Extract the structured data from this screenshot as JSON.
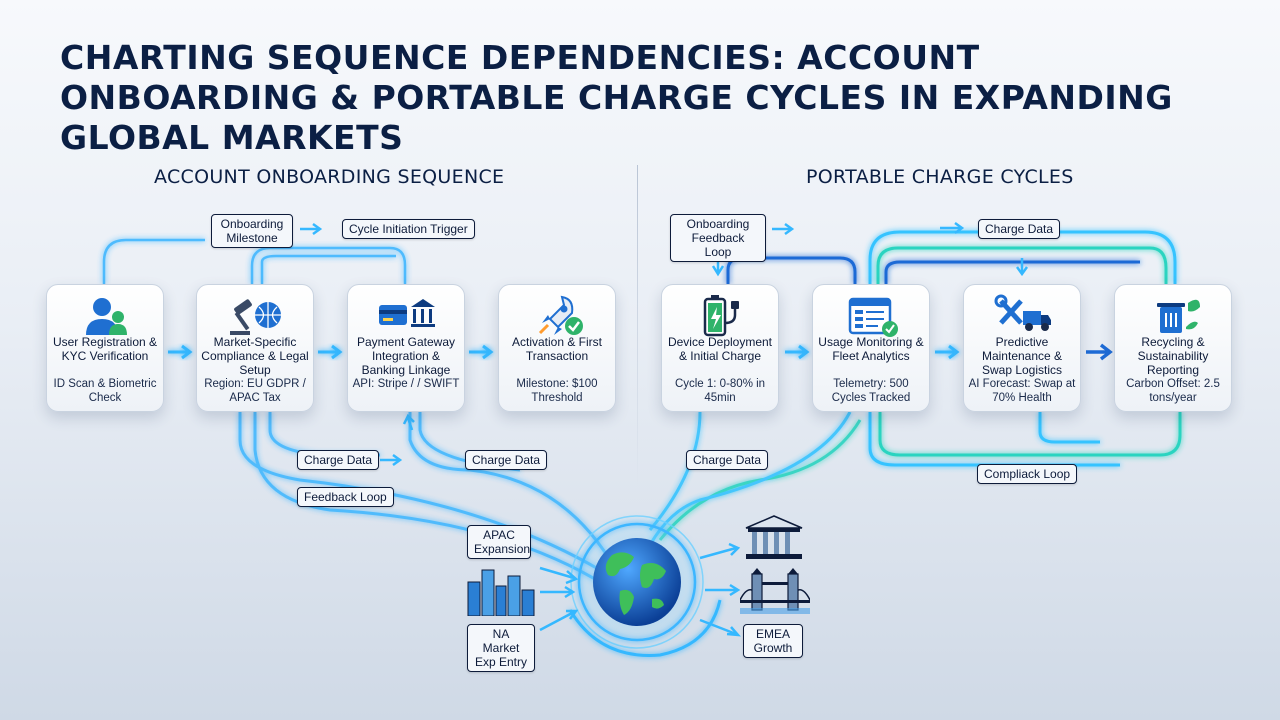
{
  "title": "CHARTING SEQUENCE DEPENDENCIES: ACCOUNT ONBOARDING & PORTABLE CHARGE CYCLES IN EXPANDING GLOBAL MARKETS",
  "sections": {
    "left": "ACCOUNT ONBOARDING SEQUENCE",
    "right": "PORTABLE CHARGE CYCLES"
  },
  "onboarding_steps": [
    {
      "label": "User Registration & KYC Verification",
      "detail": "ID Scan & Biometric Check",
      "icon": "user-icon"
    },
    {
      "label": "Market-Specific Compliance & Legal Setup",
      "detail": "Region: EU GDPR / APAC Tax",
      "icon": "gavel-globe-icon"
    },
    {
      "label": "Payment Gateway Integration & Banking Linkage",
      "detail": "API: Stripe / / SWIFT",
      "icon": "bank-card-icon"
    },
    {
      "label": "Activation & First Transaction",
      "detail": "Milestone: $100 Threshold",
      "icon": "rocket-check-icon"
    }
  ],
  "charge_steps": [
    {
      "label": "Device Deployment & Initial Charge",
      "detail": "Cycle 1: 0-80% in 45min",
      "icon": "battery-plug-icon"
    },
    {
      "label": "Usage Monitoring & Fleet Analytics",
      "detail": "Telemetry: 500 Cycles Tracked",
      "icon": "dashboard-icon"
    },
    {
      "label": "Predictive Maintenance & Swap Logistics",
      "detail": "AI Forecast: Swap at 70% Health",
      "icon": "tools-truck-icon"
    },
    {
      "label": "Recycling & Sustainability Reporting",
      "detail": "Carbon Offset: 2.5 tons/year",
      "icon": "recycle-bin-icon"
    }
  ],
  "tags": {
    "onboarding_milestone": "Onboarding Milestone",
    "cycle_initiation_trigger": "Cycle Initiation Trigger",
    "onboarding_feedback_loop": "Onboarding Feedback Loop",
    "charge_data_top": "Charge Data",
    "charge_data_left_1": "Charge Data",
    "charge_data_left_2": "Charge Data",
    "charge_data_right": "Charge Data",
    "feedback_loop": "Feedback Loop",
    "compliance_loop": "Compliack Loop",
    "apac_expansion": "APAC Expansion",
    "na_market_entry": "NA Market Exp Entry",
    "emea_growth": "EMEA Growth"
  },
  "colors": {
    "navy": "#0b1f44",
    "cyan_flow": "#35b8ff",
    "teal_flow": "#2fd6c4",
    "blue_flow": "#1e6bd6"
  }
}
